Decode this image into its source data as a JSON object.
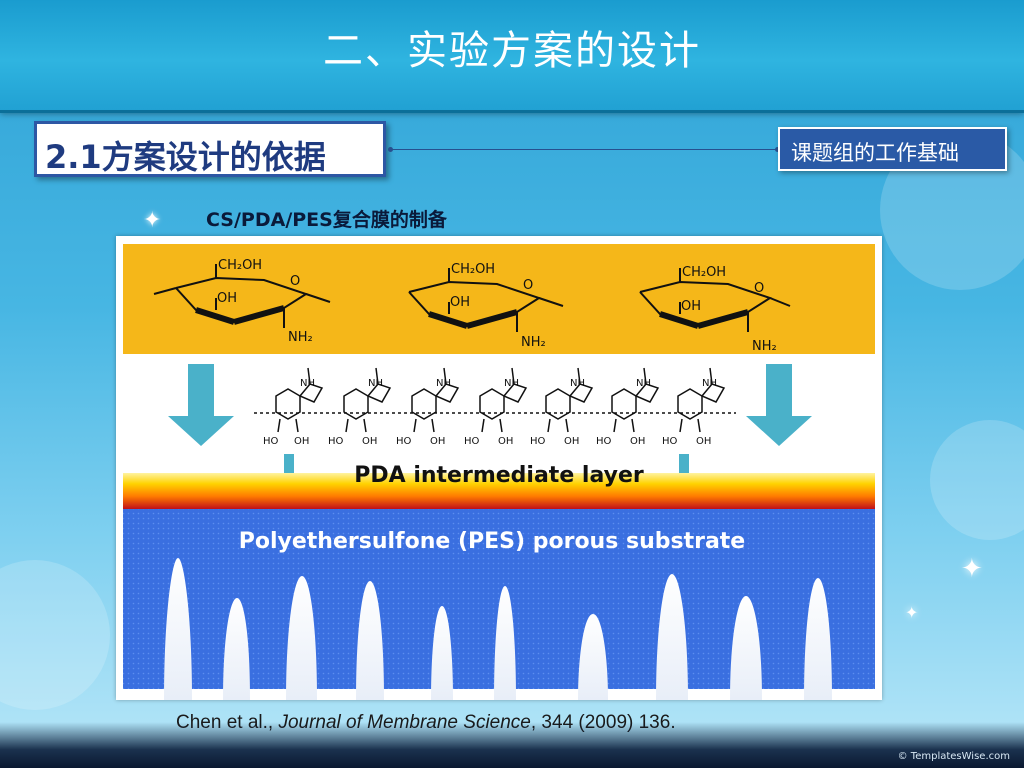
{
  "header": {
    "title": "二、实验方案的设计"
  },
  "section": {
    "title": "2.1方案设计的依据"
  },
  "tag": {
    "label": "课题组的工作基础"
  },
  "subtitle": "CS/PDA/PES复合膜的制备",
  "figure": {
    "chitosan_labels": {
      "ch2oh": "CH₂OH",
      "oh": "OH",
      "o": "O",
      "nh2": "NH₂"
    },
    "pda_labels": {
      "nh": "NH",
      "ho": "HO",
      "oh": "OH"
    },
    "pda_layer_label": "PDA intermediate layer",
    "substrate_label": "Polyethersulfone (PES) porous substrate",
    "colors": {
      "chitosan_band": "#f5b719",
      "pda_gradient": [
        "#ffd200",
        "#ff7a00",
        "#c0101a"
      ],
      "pes_band": "#3a6fe0",
      "arrow": "#4ab1c9"
    }
  },
  "citation": {
    "authors": "Chen et al., ",
    "journal": "Journal of Membrane Science",
    "details": ", 344 (2009) 136."
  },
  "watermark": "© TemplatesWise.com"
}
